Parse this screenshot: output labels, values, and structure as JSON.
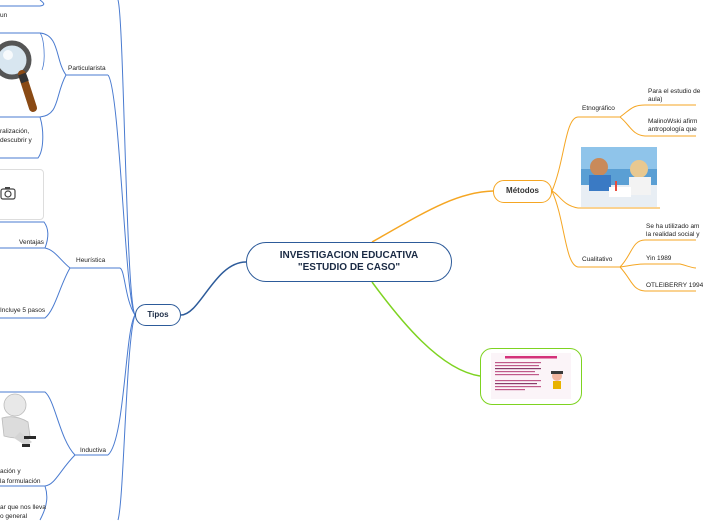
{
  "central": {
    "line1": "INVESTIGACION EDUCATIVA",
    "line2": "\"ESTUDIO DE CASO\""
  },
  "metodos": {
    "label": "Métodos",
    "etnografico": {
      "label": "Etnográfico",
      "item1_line1": "Para el estudio de",
      "item1_line2": "aula)",
      "item2_line1": "MalinoWski afirm",
      "item2_line2": "antropología que"
    },
    "cualitativo": {
      "label": "Cualitativo",
      "item1_line1": "Se ha utilizado am",
      "item1_line2": "la realidad social y",
      "item2": "Yin 1989",
      "item3": "OTLEIBERRY 1994"
    }
  },
  "tipos": {
    "label": "Tipos",
    "particularista": {
      "label": "Particularista",
      "text_top": "un",
      "text_bottom_line1": "ralización,",
      "text_bottom_line2": "descubrir y"
    },
    "heuristica": {
      "label": "Heurística",
      "ventajas": "Ventajas",
      "incluye": "Incluye 5 pasos"
    },
    "inductiva": {
      "label": "Inductiva",
      "text1_line1": "ación y",
      "text1_line2": "la formulación",
      "text2_line1": "ar que nos lleva",
      "text2_line2": "o general"
    }
  },
  "colors": {
    "blue_branch": "#2d5b9a",
    "orange_branch": "#f5a623",
    "green_branch": "#7ed321",
    "left_lines": "#4a7bd0"
  },
  "icons": [
    "magnifier-icon",
    "camera-icon",
    "thinking-figure-icon",
    "children-photo",
    "poster-thumbnail"
  ]
}
